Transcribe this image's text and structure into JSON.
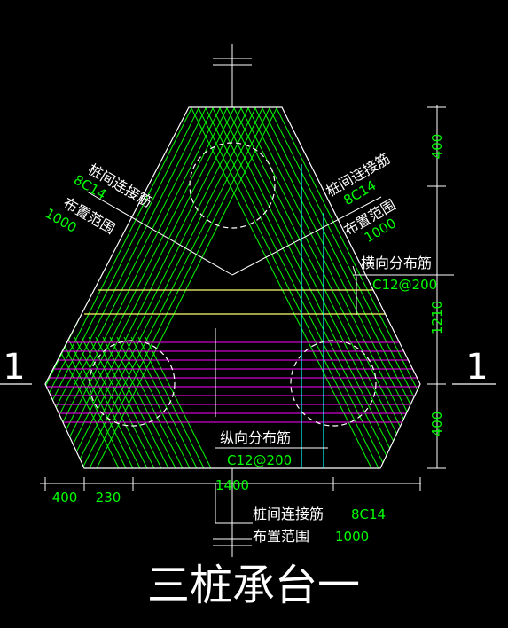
{
  "title": "三桩承台一",
  "section_marks": {
    "left": "1",
    "right": "1"
  },
  "labels": {
    "left_upper": {
      "name": "桩间连接筋",
      "value": "8C14",
      "range": "布置范围",
      "range_value": "1000"
    },
    "right_upper": {
      "name": "桩间连接筋",
      "value": "8C14",
      "range": "布置范围",
      "range_value": "1000"
    },
    "transverse": {
      "name": "横向分布筋",
      "value": "C12@200"
    },
    "longitudinal": {
      "name": "纵向分布筋",
      "value": "C12@200"
    },
    "bottom": {
      "name": "桩间连接筋",
      "value": "8C14",
      "range": "布置范围",
      "range_value": "1000"
    }
  },
  "dimensions": {
    "right": [
      "400",
      "1210",
      "400"
    ],
    "bottom": [
      "400",
      "230",
      "1400"
    ]
  },
  "colors": {
    "background": "#000000",
    "outline": "#ffffff",
    "rebar": "#00ff00",
    "distribution": "#ff00ff",
    "transverse": "#ffff66",
    "axis": "#00ffff",
    "text": "#ffffff",
    "dim_text": "#00ff00"
  }
}
